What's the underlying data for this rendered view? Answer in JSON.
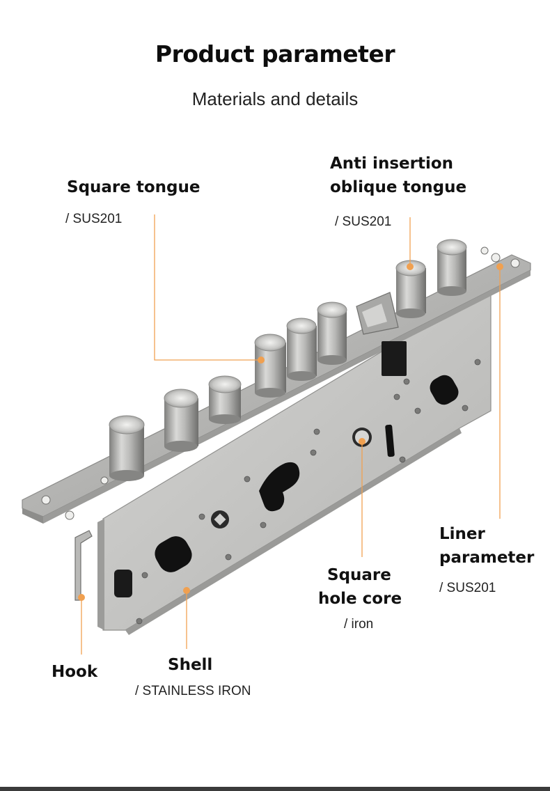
{
  "header": {
    "title": "Product parameter",
    "subtitle": "Materials and details"
  },
  "callouts": {
    "square_tongue": {
      "label": "Square tongue",
      "material": "/ SUS201"
    },
    "anti_insertion": {
      "label_line1": "Anti insertion",
      "label_line2": "oblique tongue",
      "material": "/ SUS201"
    },
    "liner": {
      "label_line1": "Liner",
      "label_line2": "parameter",
      "material": "/ SUS201"
    },
    "square_hole_core": {
      "label_line1": "Square",
      "label_line2": "hole core",
      "material": "/ iron"
    },
    "shell": {
      "label": "Shell",
      "material": "/ STAINLESS IRON"
    },
    "hook": {
      "label": "Hook"
    }
  },
  "accent_color": "#f0a050"
}
